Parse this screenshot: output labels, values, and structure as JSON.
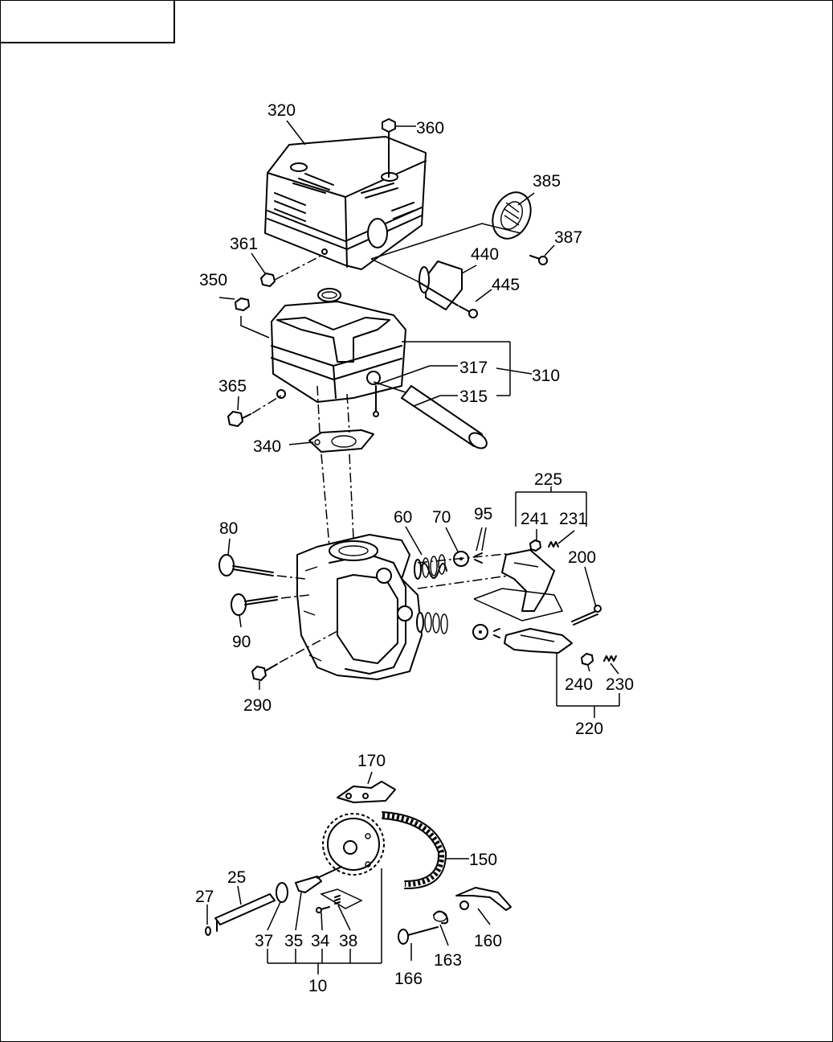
{
  "header_box": {
    "text": ""
  },
  "labels": {
    "l320": "320",
    "l360": "360",
    "l385": "385",
    "l387": "387",
    "l361": "361",
    "l440": "440",
    "l350": "350",
    "l445": "445",
    "l317": "317",
    "l310": "310",
    "l365": "365",
    "l315": "315",
    "l340": "340",
    "l225": "225",
    "l60": "60",
    "l70": "70",
    "l95": "95",
    "l241": "241",
    "l231": "231",
    "l80": "80",
    "l200": "200",
    "l90": "90",
    "l240": "240",
    "l230": "230",
    "l290": "290",
    "l220": "220",
    "l170": "170",
    "l150": "150",
    "l25": "25",
    "l27": "27",
    "l37": "37",
    "l35": "35",
    "l34": "34",
    "l38": "38",
    "l160": "160",
    "l163": "163",
    "l166": "166",
    "l10": "10"
  }
}
